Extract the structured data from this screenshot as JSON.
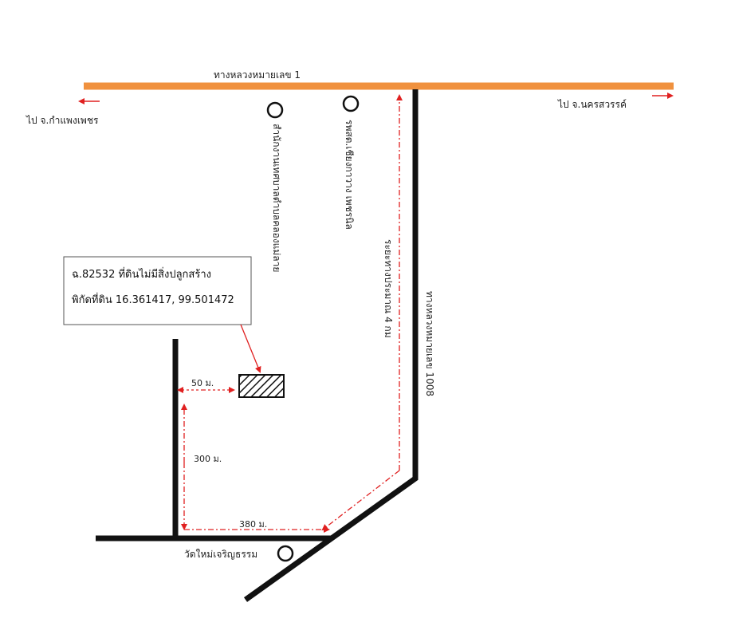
{
  "map": {
    "highway_1_label": "ทางหลวงหมายเลข 1",
    "to_kamphaeng_phet": "ไป จ.กำแพงเพชร",
    "to_nakhon_sawan": "ไป จ.นครสวรรค์",
    "municipal_office_label": "สำนักงานเทศบาลตำบลคลองแม่ลาย",
    "school_label": "รพสต.เชียงกาวาง เพชรนิล",
    "highway_1008_label": "ทางหลวงหมายเลข 1008",
    "distance_4km_label": "ระยะทางประมาณ 4 กม",
    "temple_label": "วัดใหม่เจริญธรรม",
    "dist_50m": "50 ม.",
    "dist_300m": "300 ม.",
    "dist_380m": "380 ม.",
    "parcel_info": {
      "line1": "ฉ.82532 ที่ดินไม่มีสิ่งปลูกสร้าง",
      "line2": "พิกัดที่ดิน 16.361417, 99.501472"
    }
  },
  "colors": {
    "highway": "#F0913E",
    "road": "#111111",
    "arrow": "#E02020"
  }
}
